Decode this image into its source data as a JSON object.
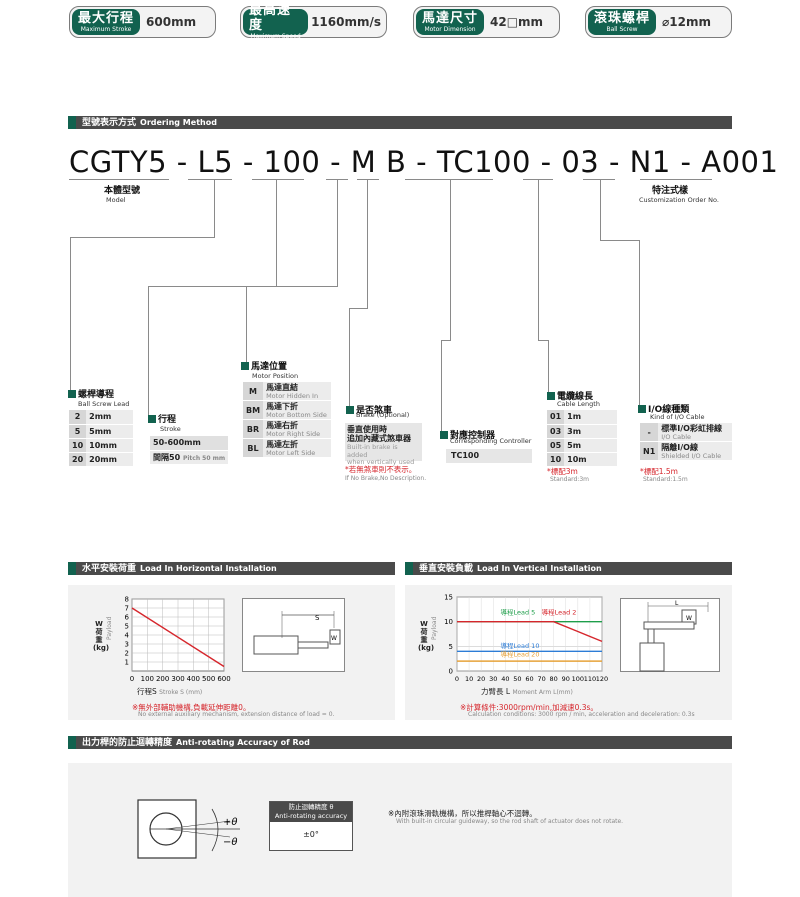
{
  "badges": [
    {
      "zh": "最大行程",
      "en": "Maximum Stroke",
      "val": "600mm"
    },
    {
      "zh": "最高速度",
      "en": "Maximum Speed",
      "val": "1160mm/s"
    },
    {
      "zh": "馬達尺寸",
      "en": "Motor Dimension",
      "val": "42□mm"
    },
    {
      "zh": "滾珠螺桿",
      "en": "Ball Screw",
      "val": "⌀12mm"
    }
  ],
  "ordering": {
    "zh": "型號表示方式",
    "en": "Ordering Method"
  },
  "code": [
    "CGTY5",
    "-",
    "L5",
    "-",
    "100",
    "-",
    "M",
    "B",
    "-",
    "TC100",
    "-",
    "03",
    "-",
    "N1",
    "-",
    "A001"
  ],
  "model": {
    "zh": "本體型號",
    "en": "Model"
  },
  "custom": {
    "zh": "特注式樣",
    "en": "Customization Order No."
  },
  "lead": {
    "zh": "螺桿導程",
    "en": "Ball Screw Lead",
    "rows": [
      [
        "2",
        "2mm"
      ],
      [
        "5",
        "5mm"
      ],
      [
        "10",
        "10mm"
      ],
      [
        "20",
        "20mm"
      ]
    ]
  },
  "stroke": {
    "zh": "行程",
    "en": "Stroke",
    "range": "50-600mm",
    "pitch_zh": "間隔50",
    "pitch_en": "Pitch 50 mm"
  },
  "motorpos": {
    "zh": "馬達位置",
    "en": "Motor Position",
    "rows": [
      {
        "k": "M",
        "zh": "馬達直結",
        "en": "Motor Hidden In"
      },
      {
        "k": "BM",
        "zh": "馬達下折",
        "en": "Motor Bottom Side"
      },
      {
        "k": "BR",
        "zh": "馬達右折",
        "en": "Motor Right Side"
      },
      {
        "k": "BL",
        "zh": "馬達左折",
        "en": "Motor Left Side"
      }
    ]
  },
  "brake": {
    "zh": "是否煞車",
    "en": "Brake (Optional)",
    "row_zh1": "垂直使用時",
    "row_zh2": "追加內藏式煞車器",
    "row_en1": "Built-in brake is added",
    "row_en2": "when vertically used",
    "note_zh": "*若無煞車則不表示。",
    "note_en": "If No Brake,No Description."
  },
  "controller": {
    "zh": "對應控制器",
    "en": "Corresponding Controller",
    "val": "TC100"
  },
  "cable": {
    "zh": "電纜線長",
    "en": "Cable Length",
    "rows": [
      [
        "01",
        "1m"
      ],
      [
        "03",
        "3m"
      ],
      [
        "05",
        "5m"
      ],
      [
        "10",
        "10m"
      ]
    ],
    "note_zh": "*標配3m",
    "note_en": "Standard:3m"
  },
  "io": {
    "zh": "I/O線種類",
    "en": "Kind of I/O Cable",
    "rows": [
      {
        "k": "-",
        "zh": "標準I/O彩虹排線",
        "en": "I/O Cable"
      },
      {
        "k": "N1",
        "zh": "隔離I/O線",
        "en": "Shielded I/O Cable"
      }
    ],
    "note_zh": "*標配1.5m",
    "note_en": "Standard:1.5m"
  },
  "horiz": {
    "zh": "水平安裝荷重",
    "en": "Load In Horizontal Installation",
    "ylabel_zh": "W荷重(kg)",
    "ylabel_en": "Payload",
    "xlabel_zh": "行程S",
    "xlabel_en": "Stroke S (mm)",
    "note_zh": "※無外部輔助機構,負載延伸距離0。",
    "note_en": "No external auxiliary mechanism, extension distance of load = 0.",
    "s_label": "S",
    "w_label": "W"
  },
  "vert": {
    "zh": "垂直安裝負載",
    "en": "Load In Vertical Installation",
    "ylabel_zh": "W荷重(kg)",
    "ylabel_en": "Payload",
    "xlabel_zh": "力臂長 L",
    "xlabel_en": "Moment Arm L(mm)",
    "note_zh": "※計算條件:3000rpm/min,加減速0.3s。",
    "note_en": "Calculation conditions: 3000 rpm / min, acceleration and deceleration: 0.3s",
    "l_label": "L",
    "w_label": "W"
  },
  "chart_data": [
    {
      "type": "line",
      "ylabel": "Payload",
      "xlabel": "Stroke S (mm)",
      "x": [
        0,
        100,
        200,
        300,
        400,
        500,
        600
      ],
      "ylim": [
        0,
        8
      ],
      "yticks": [
        1,
        2,
        3,
        4,
        5,
        6,
        7,
        8
      ],
      "xticks": [
        0,
        100,
        200,
        300,
        400,
        500,
        600
      ],
      "series": [
        {
          "x": [
            0,
            600
          ],
          "y": [
            7,
            0.5
          ],
          "color": "#d6262c"
        }
      ]
    },
    {
      "type": "line",
      "ylabel": "Payload",
      "xlabel": "Moment Arm L(mm)",
      "xlim": [
        0,
        120
      ],
      "ylim": [
        0,
        15
      ],
      "yticks": [
        0,
        5,
        10,
        15
      ],
      "xticks": [
        0,
        10,
        20,
        30,
        40,
        50,
        60,
        70,
        80,
        90,
        100,
        110,
        120
      ],
      "series": [
        {
          "name": "導程Lead 5",
          "x": [
            0,
            120
          ],
          "y": [
            10,
            10
          ],
          "color": "#1e9e4a"
        },
        {
          "name": "導程Lead 2",
          "x": [
            0,
            80,
            100,
            120
          ],
          "y": [
            10,
            10,
            8,
            6
          ],
          "color": "#d6262c"
        },
        {
          "name": "導程Lead 10",
          "x": [
            0,
            120
          ],
          "y": [
            4,
            4
          ],
          "color": "#2c7cd6"
        },
        {
          "name": "導程Lead 20",
          "x": [
            0,
            120
          ],
          "y": [
            2,
            2
          ],
          "color": "#e6a23a"
        }
      ]
    }
  ],
  "anti": {
    "zh": "出力桿的防止迴轉精度",
    "en": "Anti-rotating Accuracy of Rod",
    "box_zh": "防止迴轉精度 θ",
    "box_en": "Anti-rotating accuracy",
    "val": "±0°",
    "plus": "+θ",
    "minus": "−θ",
    "note_zh": "※內附滾珠滑軌機構，所以推桿軸心不迴轉。",
    "note_en": "With built-in circular guideway, so the rod shaft of actuator does not rotate."
  }
}
